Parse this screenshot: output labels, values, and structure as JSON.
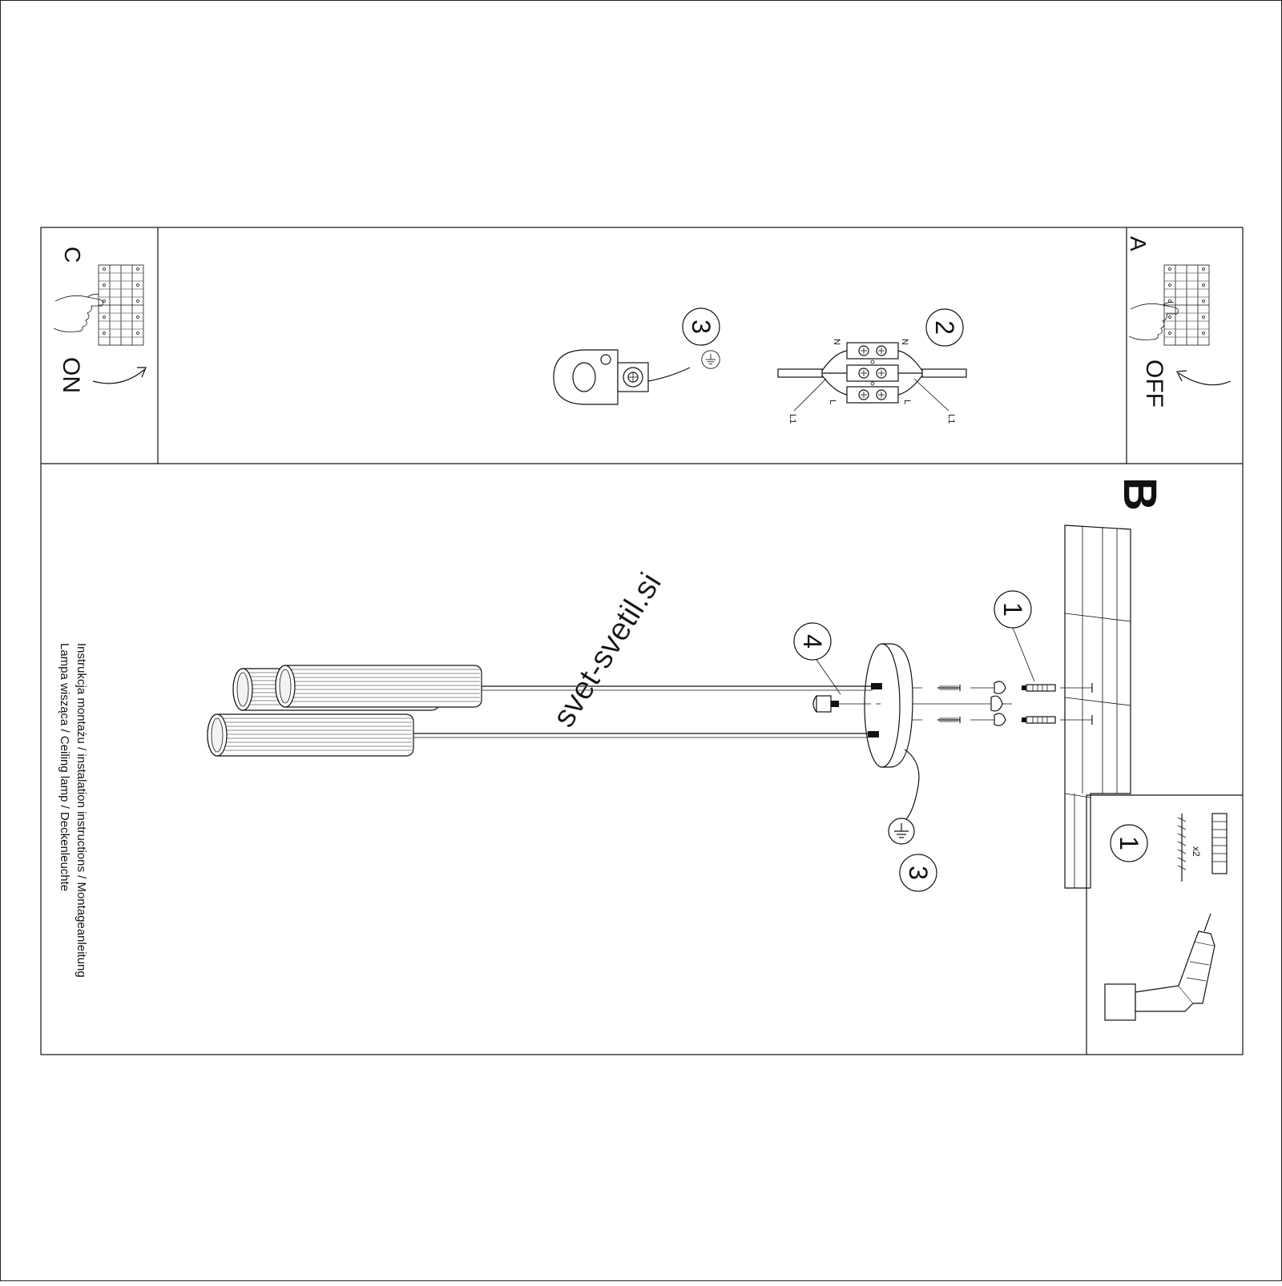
{
  "panels": {
    "a_label": "A",
    "a_state": "OFF",
    "b_label": "B",
    "c_label": "C",
    "c_state": "ON"
  },
  "callouts": {
    "screws_and_plugs": "1",
    "terminal_block": "2",
    "earth_clip": "3",
    "earth_wire": "3",
    "fixing_screw": "4",
    "parts_box": "1"
  },
  "wiring": {
    "n_left": "N",
    "n_right": "N",
    "l_left": "L",
    "l_right": "L",
    "l1_left": "L1",
    "l1_right": "L1"
  },
  "parts": {
    "quantity": "x2"
  },
  "title": {
    "line1": "Instrukcja montażu / instalation instructions / Montageanleitung",
    "line2": "Lampa wisząca / Ceiling lamp / Deckenleuchte"
  },
  "watermark": "svet-svetil.si",
  "icons": {
    "earth": "earth-symbol-icon",
    "hand": "hand-icon",
    "arrow": "curved-arrow-icon",
    "drill": "drill-icon",
    "breaker": "circuit-breaker-icon"
  }
}
